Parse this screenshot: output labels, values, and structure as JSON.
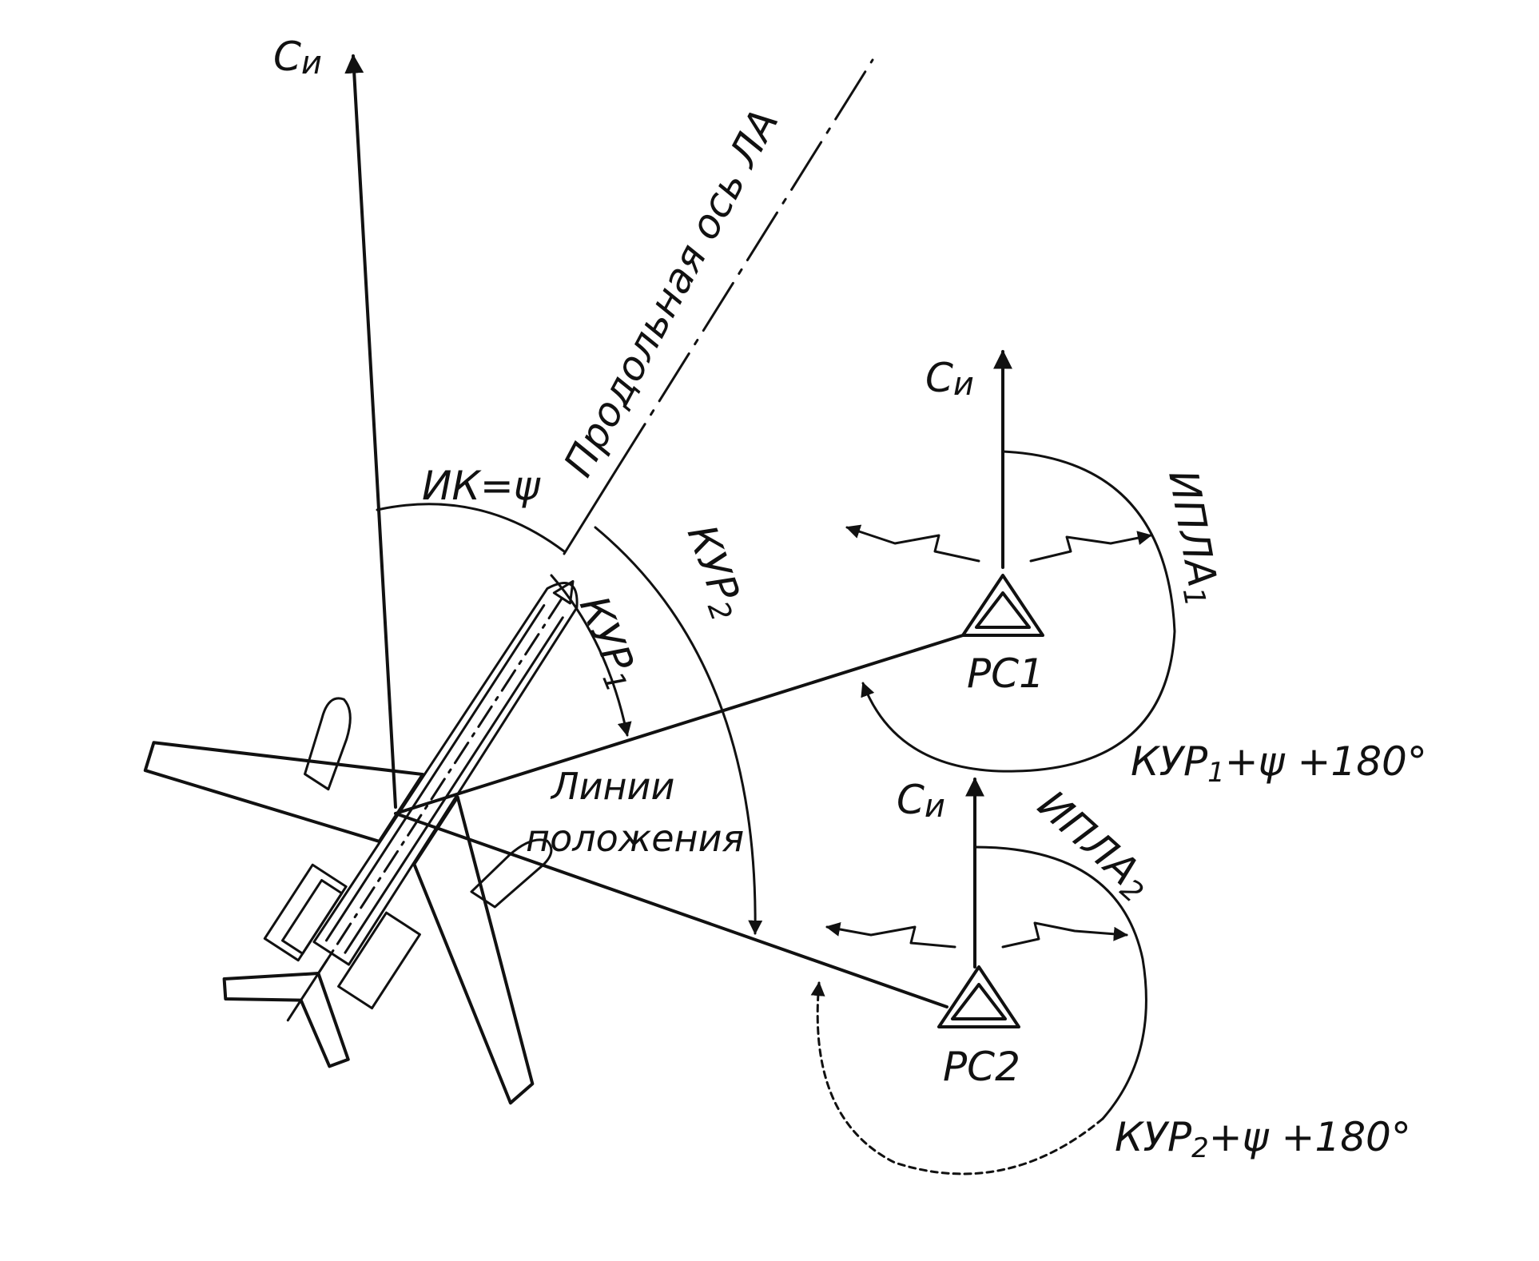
{
  "labels": {
    "north": "С",
    "north_sub": "и",
    "aircraft_axis": "Продольная ось ЛА",
    "heading": "ИК=ψ",
    "kur1_main": "КУР",
    "kur1_sub": "1",
    "kur2_main": "КУР",
    "kur2_sub": "2",
    "ippla1_main": "ИПЛА",
    "ippla1_sub": "1",
    "ippla2_main": "ИПЛА",
    "ippla2_sub": "2",
    "rs1": "РС1",
    "rs2": "РС2",
    "lines_line1": "Линии",
    "lines_line2": "положения",
    "formula1_a": "КУР",
    "formula1_sub": "1",
    "formula1_b": "+ψ +180°",
    "formula2_a": "КУР",
    "formula2_sub": "2",
    "formula2_b": "+ψ +180°"
  },
  "colors": {
    "ink": "#111111",
    "paper": "#ffffff"
  }
}
